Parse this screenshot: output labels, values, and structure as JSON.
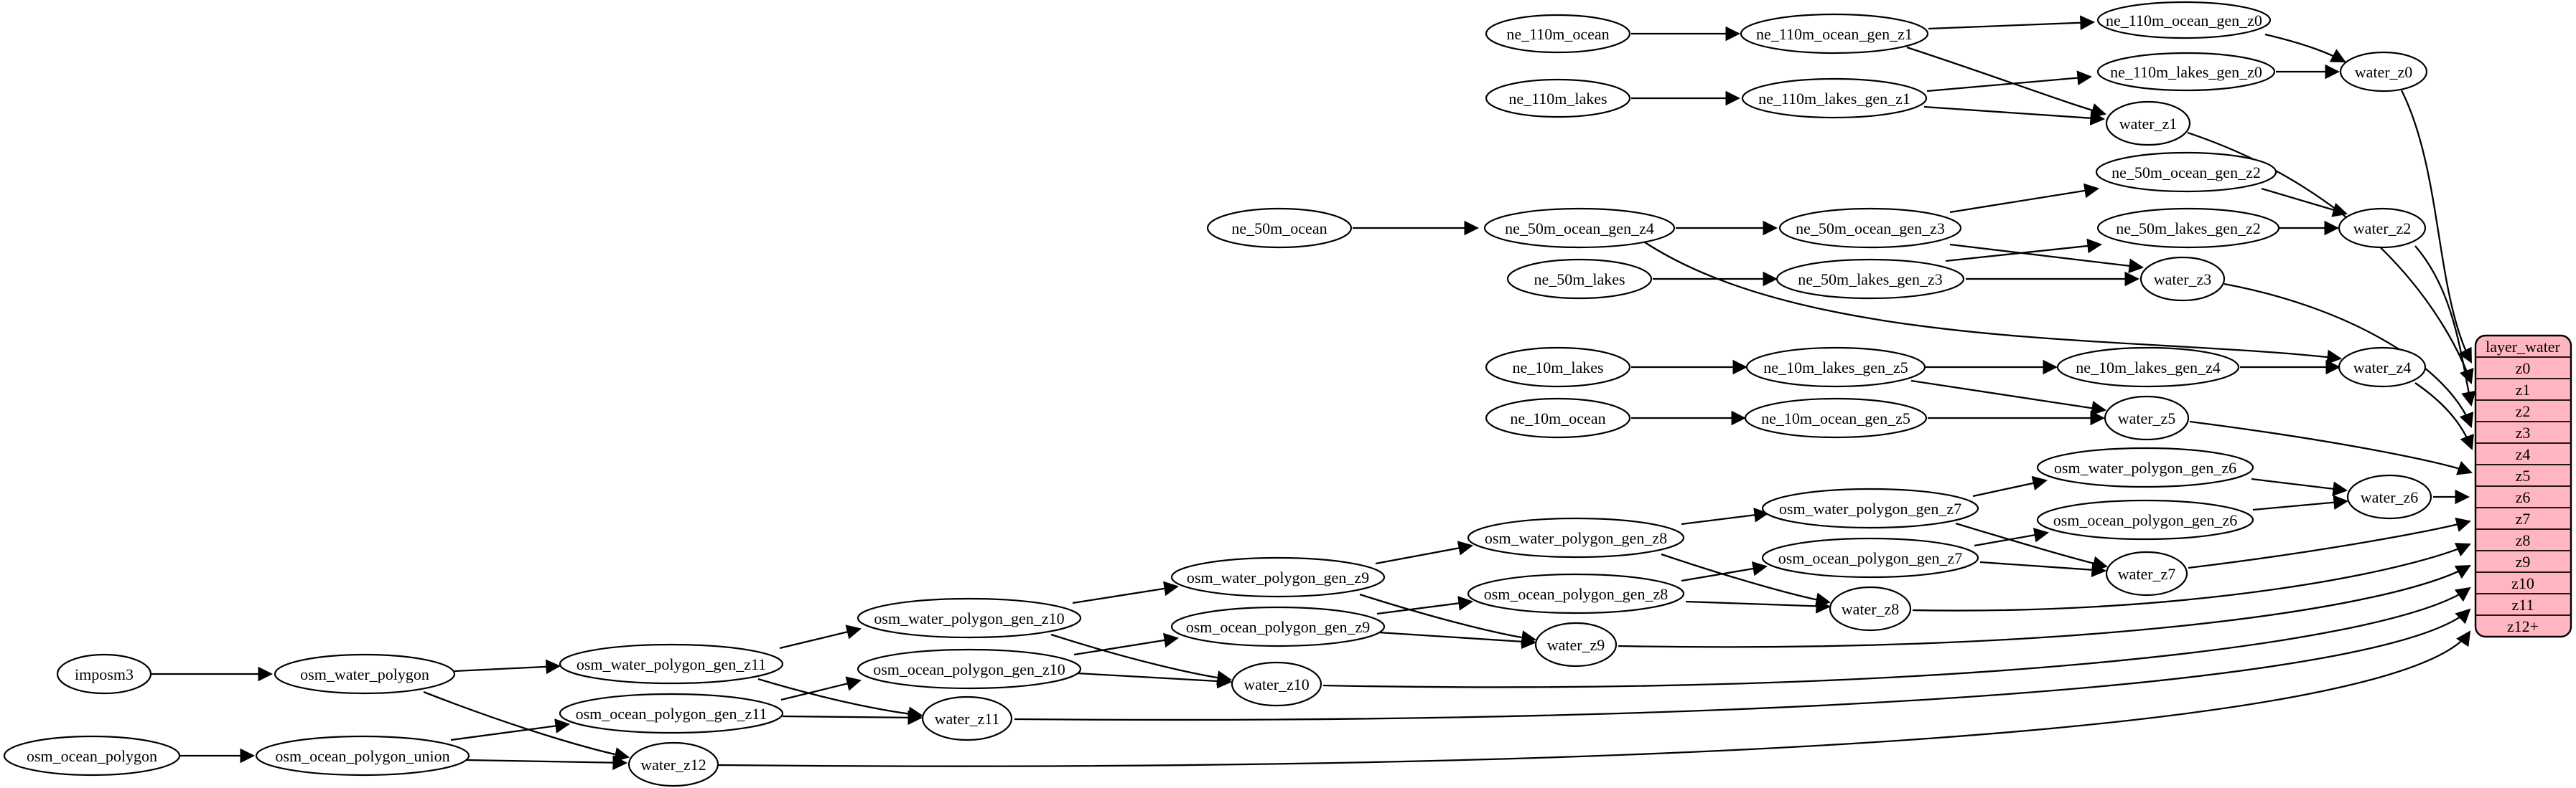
{
  "diagram": {
    "background": "#ffffff",
    "node_fill": "#ffffff",
    "node_stroke": "#000000",
    "edge_color": "#000000"
  },
  "nodes": {
    "ne_110m_ocean": {
      "label": "ne_110m_ocean"
    },
    "ne_110m_ocean_gen_z1": {
      "label": "ne_110m_ocean_gen_z1"
    },
    "ne_110m_ocean_gen_z0": {
      "label": "ne_110m_ocean_gen_z0"
    },
    "ne_110m_lakes": {
      "label": "ne_110m_lakes"
    },
    "ne_110m_lakes_gen_z1": {
      "label": "ne_110m_lakes_gen_z1"
    },
    "ne_110m_lakes_gen_z0": {
      "label": "ne_110m_lakes_gen_z0"
    },
    "water_z0": {
      "label": "water_z0"
    },
    "water_z1": {
      "label": "water_z1"
    },
    "ne_50m_ocean": {
      "label": "ne_50m_ocean"
    },
    "ne_50m_ocean_gen_z4": {
      "label": "ne_50m_ocean_gen_z4"
    },
    "ne_50m_ocean_gen_z3": {
      "label": "ne_50m_ocean_gen_z3"
    },
    "ne_50m_ocean_gen_z2": {
      "label": "ne_50m_ocean_gen_z2"
    },
    "ne_50m_lakes": {
      "label": "ne_50m_lakes"
    },
    "ne_50m_lakes_gen_z3": {
      "label": "ne_50m_lakes_gen_z3"
    },
    "ne_50m_lakes_gen_z2": {
      "label": "ne_50m_lakes_gen_z2"
    },
    "water_z2": {
      "label": "water_z2"
    },
    "water_z3": {
      "label": "water_z3"
    },
    "ne_10m_lakes": {
      "label": "ne_10m_lakes"
    },
    "ne_10m_lakes_gen_z5": {
      "label": "ne_10m_lakes_gen_z5"
    },
    "ne_10m_lakes_gen_z4": {
      "label": "ne_10m_lakes_gen_z4"
    },
    "ne_10m_ocean": {
      "label": "ne_10m_ocean"
    },
    "ne_10m_ocean_gen_z5": {
      "label": "ne_10m_ocean_gen_z5"
    },
    "water_z4": {
      "label": "water_z4"
    },
    "water_z5": {
      "label": "water_z5"
    },
    "osm_water_polygon_gen_z6": {
      "label": "osm_water_polygon_gen_z6"
    },
    "osm_water_polygon_gen_z7": {
      "label": "osm_water_polygon_gen_z7"
    },
    "osm_water_polygon_gen_z8": {
      "label": "osm_water_polygon_gen_z8"
    },
    "osm_water_polygon_gen_z9": {
      "label": "osm_water_polygon_gen_z9"
    },
    "osm_water_polygon_gen_z10": {
      "label": "osm_water_polygon_gen_z10"
    },
    "osm_water_polygon_gen_z11": {
      "label": "osm_water_polygon_gen_z11"
    },
    "osm_ocean_polygon_gen_z6": {
      "label": "osm_ocean_polygon_gen_z6"
    },
    "osm_ocean_polygon_gen_z7": {
      "label": "osm_ocean_polygon_gen_z7"
    },
    "osm_ocean_polygon_gen_z8": {
      "label": "osm_ocean_polygon_gen_z8"
    },
    "osm_ocean_polygon_gen_z9": {
      "label": "osm_ocean_polygon_gen_z9"
    },
    "osm_ocean_polygon_gen_z10": {
      "label": "osm_ocean_polygon_gen_z10"
    },
    "osm_ocean_polygon_gen_z11": {
      "label": "osm_ocean_polygon_gen_z11"
    },
    "water_z6": {
      "label": "water_z6"
    },
    "water_z7": {
      "label": "water_z7"
    },
    "water_z8": {
      "label": "water_z8"
    },
    "water_z9": {
      "label": "water_z9"
    },
    "water_z10": {
      "label": "water_z10"
    },
    "water_z11": {
      "label": "water_z11"
    },
    "water_z12": {
      "label": "water_z12"
    },
    "imposm3": {
      "label": "imposm3"
    },
    "osm_water_polygon": {
      "label": "osm_water_polygon"
    },
    "osm_ocean_polygon": {
      "label": "osm_ocean_polygon"
    },
    "osm_ocean_polygon_union": {
      "label": "osm_ocean_polygon_union"
    }
  },
  "edges": [
    "ne_110m_ocean -> ne_110m_ocean_gen_z1",
    "ne_110m_ocean_gen_z1 -> ne_110m_ocean_gen_z0",
    "ne_110m_ocean_gen_z1 -> water_z1",
    "ne_110m_ocean_gen_z0 -> water_z0",
    "ne_110m_lakes -> ne_110m_lakes_gen_z1",
    "ne_110m_lakes_gen_z1 -> ne_110m_lakes_gen_z0",
    "ne_110m_lakes_gen_z1 -> water_z1",
    "ne_110m_lakes_gen_z0 -> water_z0",
    "water_z0 -> layer_water:z0",
    "water_z1 -> layer_water:z1",
    "ne_50m_ocean -> ne_50m_ocean_gen_z4",
    "ne_50m_ocean_gen_z4 -> ne_50m_ocean_gen_z3",
    "ne_50m_ocean_gen_z4 -> water_z4",
    "ne_50m_ocean_gen_z3 -> ne_50m_ocean_gen_z2",
    "ne_50m_ocean_gen_z3 -> water_z3",
    "ne_50m_ocean_gen_z2 -> water_z2",
    "ne_50m_lakes -> ne_50m_lakes_gen_z3",
    "ne_50m_lakes_gen_z3 -> ne_50m_lakes_gen_z2",
    "ne_50m_lakes_gen_z3 -> water_z3",
    "ne_50m_lakes_gen_z2 -> water_z2",
    "water_z2 -> layer_water:z2",
    "water_z3 -> layer_water:z3",
    "ne_10m_lakes -> ne_10m_lakes_gen_z5",
    "ne_10m_lakes_gen_z5 -> ne_10m_lakes_gen_z4",
    "ne_10m_lakes_gen_z5 -> water_z5",
    "ne_10m_lakes_gen_z4 -> water_z4",
    "ne_10m_ocean -> ne_10m_ocean_gen_z5",
    "ne_10m_ocean_gen_z5 -> water_z5",
    "water_z4 -> layer_water:z4",
    "water_z5 -> layer_water:z5",
    "osm_water_polygon_gen_z6 -> water_z6",
    "osm_ocean_polygon_gen_z6 -> water_z6",
    "osm_water_polygon_gen_z7 -> osm_water_polygon_gen_z6",
    "osm_water_polygon_gen_z7 -> water_z7",
    "osm_ocean_polygon_gen_z7 -> osm_ocean_polygon_gen_z6",
    "osm_ocean_polygon_gen_z7 -> water_z7",
    "osm_water_polygon_gen_z8 -> osm_water_polygon_gen_z7",
    "osm_water_polygon_gen_z8 -> water_z8",
    "osm_ocean_polygon_gen_z8 -> osm_ocean_polygon_gen_z7",
    "osm_ocean_polygon_gen_z8 -> water_z8",
    "osm_water_polygon_gen_z9 -> osm_water_polygon_gen_z8",
    "osm_water_polygon_gen_z9 -> water_z9",
    "osm_ocean_polygon_gen_z9 -> osm_ocean_polygon_gen_z8",
    "osm_ocean_polygon_gen_z9 -> water_z9",
    "osm_water_polygon_gen_z10 -> osm_water_polygon_gen_z9",
    "osm_water_polygon_gen_z10 -> water_z10",
    "osm_ocean_polygon_gen_z10 -> osm_ocean_polygon_gen_z9",
    "osm_ocean_polygon_gen_z10 -> water_z10",
    "osm_water_polygon_gen_z11 -> osm_water_polygon_gen_z10",
    "osm_water_polygon_gen_z11 -> water_z11",
    "osm_ocean_polygon_gen_z11 -> osm_ocean_polygon_gen_z10",
    "osm_ocean_polygon_gen_z11 -> water_z11",
    "osm_water_polygon -> osm_water_polygon_gen_z11",
    "osm_water_polygon -> water_z12",
    "imposm3 -> osm_water_polygon",
    "osm_ocean_polygon -> osm_ocean_polygon_union",
    "osm_ocean_polygon_union -> osm_ocean_polygon_gen_z11",
    "osm_ocean_polygon_union -> water_z12",
    "water_z6 -> layer_water:z6",
    "water_z7 -> layer_water:z7",
    "water_z8 -> layer_water:z8",
    "water_z9 -> layer_water:z9",
    "water_z10 -> layer_water:z10",
    "water_z11 -> layer_water:z11",
    "water_z12 -> layer_water:z12+"
  ],
  "layer_table": {
    "title": "layer_water",
    "rows": [
      "z0",
      "z1",
      "z2",
      "z3",
      "z4",
      "z5",
      "z6",
      "z7",
      "z8",
      "z9",
      "z10",
      "z11",
      "z12+"
    ],
    "fill": "#ffb6c1"
  }
}
